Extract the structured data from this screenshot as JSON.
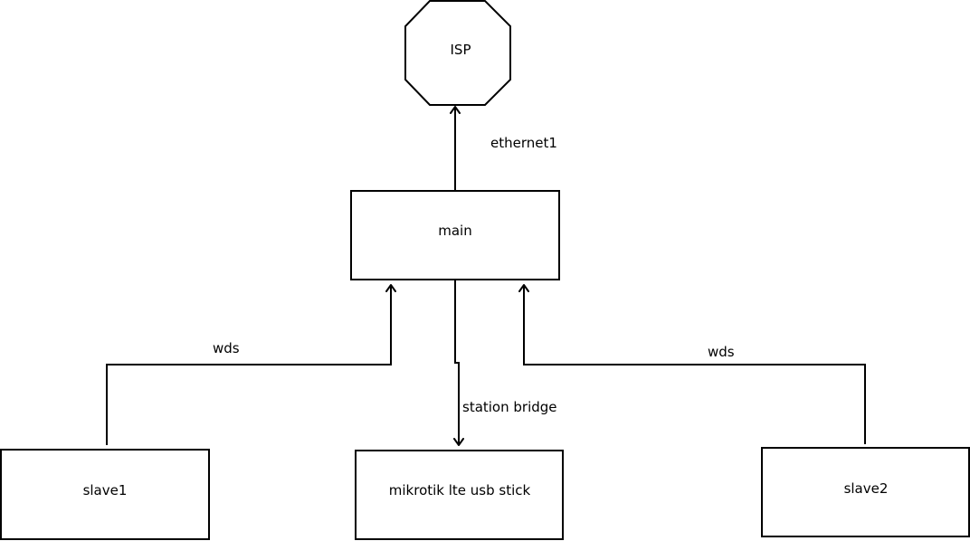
{
  "nodes": {
    "isp": {
      "label": "ISP"
    },
    "main": {
      "label": "main"
    },
    "slave1": {
      "label": "slave1"
    },
    "lte": {
      "label": "mikrotik lte usb stick"
    },
    "slave2": {
      "label": "slave2"
    }
  },
  "edges": {
    "main_isp": {
      "label": "ethernet1"
    },
    "slave1_main": {
      "label": "wds"
    },
    "main_lte": {
      "label": "station bridge"
    },
    "slave2_main": {
      "label": "wds"
    }
  }
}
